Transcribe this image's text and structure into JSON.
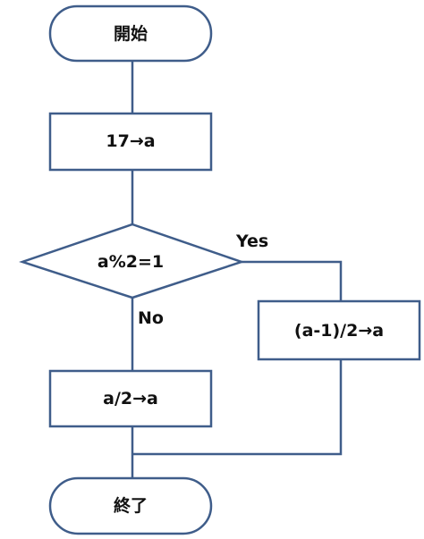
{
  "nodes": {
    "start": {
      "label": "開始"
    },
    "assign": {
      "label": "17→a"
    },
    "decision": {
      "label": "a%2=1"
    },
    "odd_step": {
      "label": "(a-1)/2→a"
    },
    "even_step": {
      "label": "a/2→a"
    },
    "end": {
      "label": "終了"
    }
  },
  "edges": {
    "yes_label": "Yes",
    "no_label": "No"
  },
  "colors": {
    "stroke": "#3f5d8a",
    "text": "#111111",
    "background": "#ffffff"
  }
}
